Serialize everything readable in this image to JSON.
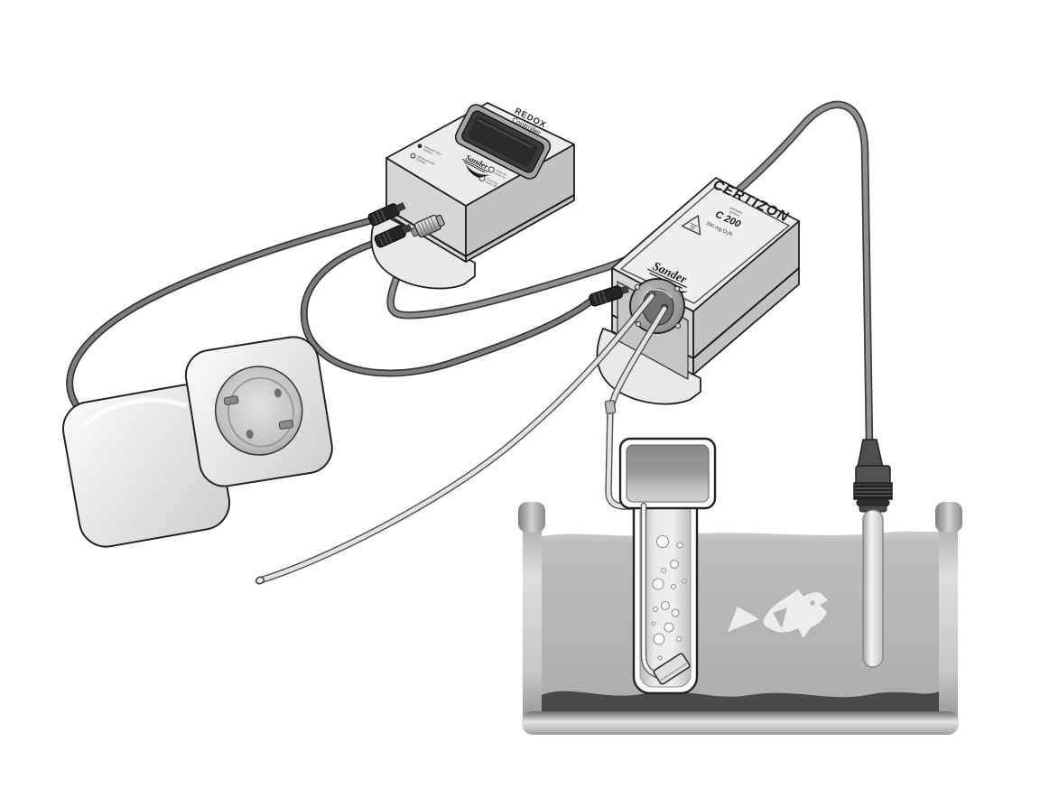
{
  "illustration": {
    "controller": {
      "title_line1": "REDOX",
      "title_line2": "Controller",
      "brand": "Sander",
      "indicators": {
        "left": [
          {
            "l1": "Messwert über",
            "l2": "Sollwert"
          },
          {
            "l1": "Messwert unter",
            "l2": "Sollwert"
          }
        ],
        "right": [
          {
            "l1": "Ozon ein",
            "l2": "ozone on"
          },
          {
            "l1": "Ozon aus",
            "l2": "ozone off"
          }
        ]
      }
    },
    "ozonizer": {
      "brand_name": "CERTIZON",
      "subtitle_line1": "ozonisator",
      "subtitle_line2": "ozonizer",
      "model": "C 200",
      "output": "200 mg O₃/h",
      "brand": "Sander"
    }
  },
  "colors": {
    "background": "#ffffff",
    "outline": "#1f1f1f",
    "water": "#b3b3b3",
    "substrate": "#4a4a4a",
    "fish": "#ededed",
    "display": "#2b2b2b",
    "cable": "#8f8f8f",
    "hose": "#e2e2e2"
  }
}
